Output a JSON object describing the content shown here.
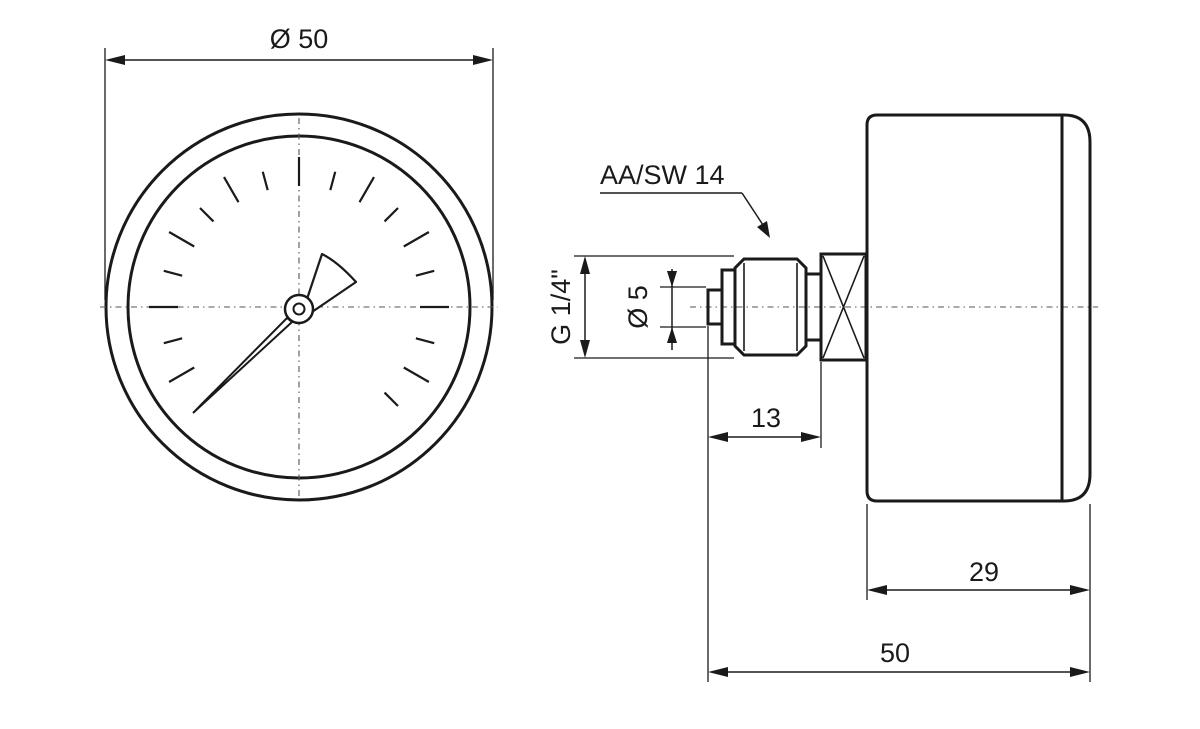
{
  "front_view": {
    "diameter_label": "Ø 50"
  },
  "side_view": {
    "wrench_label": "AA/SW 14",
    "thread_label": "G 1/4\"",
    "bore_label": "Ø 5",
    "connector_length_label": "13",
    "case_depth_label": "29",
    "total_length_label": "50"
  },
  "colors": {
    "line": "#1a1a1a",
    "background": "#ffffff"
  }
}
